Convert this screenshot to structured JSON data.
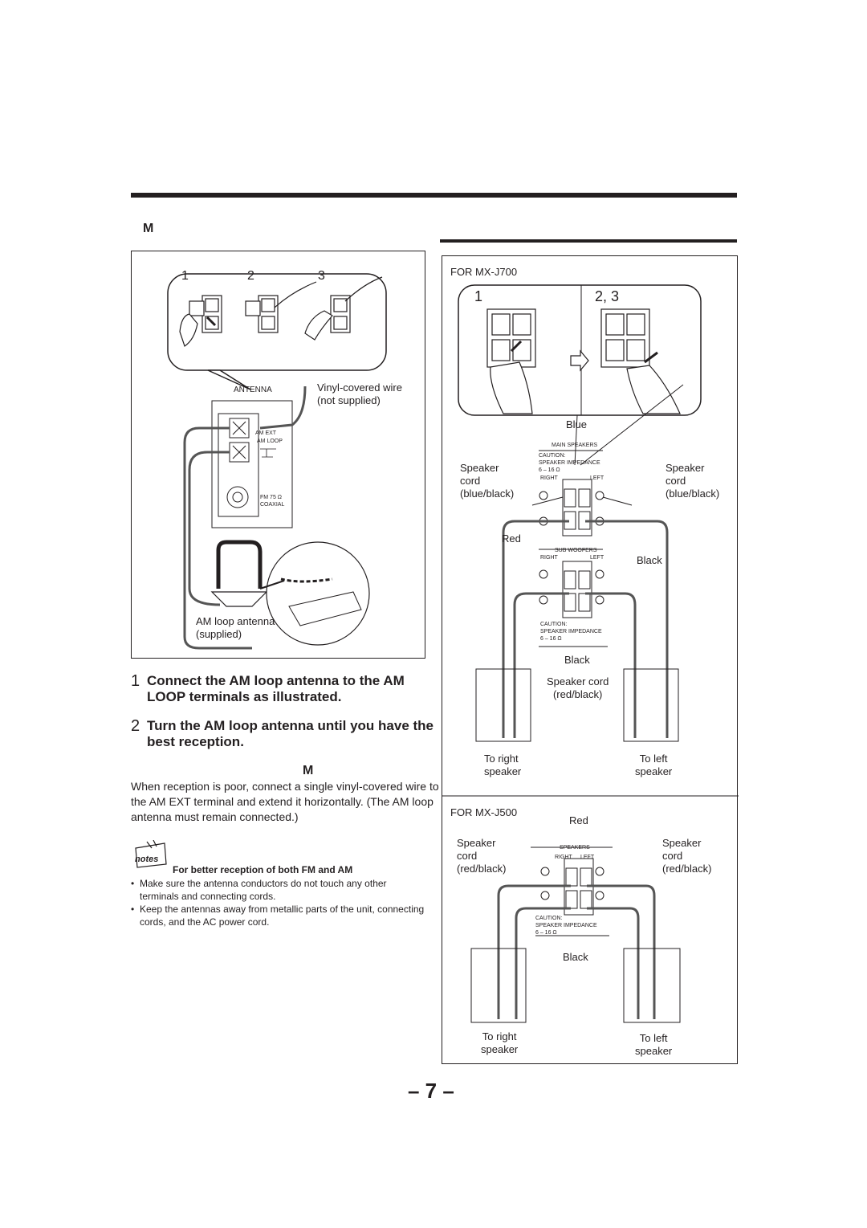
{
  "am_section": {
    "heading_mark": "M",
    "sub_heading_mark": "M",
    "diagram": {
      "step_labels": [
        "1",
        "2",
        "3"
      ],
      "antenna_label": "ANTENNA",
      "vinyl_wire_label": "Vinyl-covered wire\n(not supplied)",
      "am_ext": "AM EXT",
      "am_loop": "AM LOOP",
      "fm_label": "FM 75 Ω",
      "coaxial": "COAXIAL",
      "am_loop_antenna": "AM loop antenna\n(supplied)"
    },
    "steps": [
      {
        "num": "1",
        "text": "Connect the AM loop antenna to the AM LOOP terminals as illustrated."
      },
      {
        "num": "2",
        "text": "Turn the AM loop antenna until you have the best reception."
      }
    ],
    "paragraph": "When reception is poor, connect a single vinyl-covered wire to the AM EXT terminal and extend it horizontally. (The AM loop antenna must remain connected.)",
    "notes": {
      "badge": "notes",
      "title": "For better reception of both FM and AM",
      "items": [
        "Make sure the antenna conductors do not touch any other terminals and connecting cords.",
        "Keep the antennas away from metallic parts of the unit, connecting cords, and the AC power cord."
      ]
    }
  },
  "speaker_section": {
    "mx_j700": {
      "label": "FOR MX-J700",
      "step1": "1",
      "step23": "2, 3",
      "blue": "Blue",
      "main_speakers": "MAIN SPEAKERS",
      "caution": "CAUTION:",
      "speaker_impedance": "SPEAKER IMPEDANCE",
      "impedance_value": "6 – 16 Ω",
      "right": "RIGHT",
      "left": "LEFT",
      "speaker_cord_left": "Speaker\ncord\n(blue/black)",
      "speaker_cord_right": "Speaker\ncord\n(blue/black)",
      "red": "Red",
      "sub_woofers": "SUB WOOFERS",
      "black_side": "Black",
      "black_bottom": "Black",
      "speaker_cord_center": "Speaker cord\n(red/black)",
      "to_right": "To right\nspeaker",
      "to_left": "To left\nspeaker"
    },
    "mx_j500": {
      "label": "FOR MX-J500",
      "red": "Red",
      "speakers": "SPEAKERS",
      "right": "RIGHT",
      "left": "LEFT",
      "speaker_cord_left": "Speaker\ncord\n(red/black)",
      "speaker_cord_right": "Speaker\ncord\n(red/black)",
      "caution": "CAUTION:",
      "speaker_impedance": "SPEAKER IMPEDANCE",
      "impedance_value": "6 – 16 Ω",
      "black": "Black",
      "to_right": "To right\nspeaker",
      "to_left": "To left\nspeaker"
    }
  },
  "page_number": "– 7 –"
}
